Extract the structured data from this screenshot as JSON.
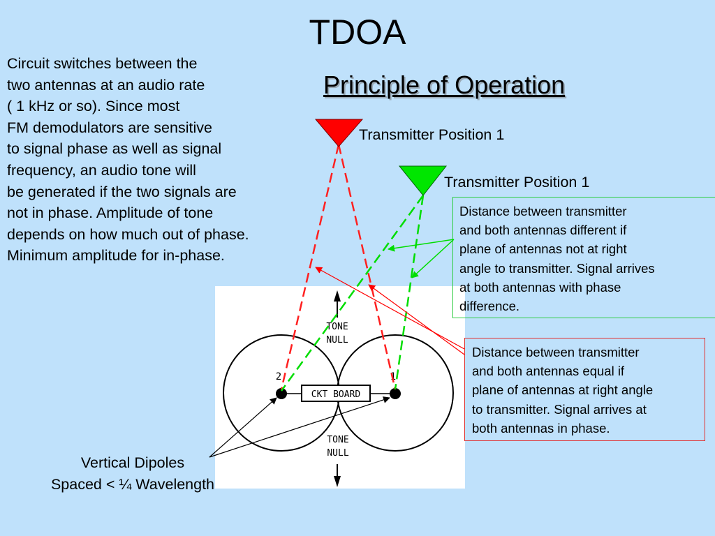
{
  "slide": {
    "title": "TDOA",
    "subtitle": "Principle of Operation",
    "left_text": "Circuit switches between the\ntwo antennas at an audio rate\n( 1 kHz or so).  Since most\nFM demodulators are sensitive\nto signal phase as well as signal\nfrequency, an audio tone will\nbe generated if the two signals are\nnot in phase.  Amplitude of tone\ndepends on how much out of phase.\nMinimum amplitude for in-phase.",
    "transmitter_red_label": "Transmitter Position 1",
    "transmitter_green_label": "Transmitter Position 1",
    "green_box_text": "Distance between transmitter\nand both antennas different if\nplane of antennas not at right\nangle to transmitter.  Signal arrives\nat both antennas with phase\ndifference.",
    "red_box_text": "Distance between transmitter\nand both antennas equal if\nplane of antennas at right angle\nto transmitter.  Signal arrives at\nboth antennas in phase.",
    "dipoles_label": "Vertical Dipoles\nSpaced  < ¼ Wavelength"
  },
  "diagram": {
    "tone_null_top_1": "TONE",
    "tone_null_top_2": "NULL",
    "tone_null_bottom_1": "TONE",
    "tone_null_bottom_2": "NULL",
    "ckt_board": "CKT BOARD",
    "antenna_2": "2",
    "antenna_1": "1"
  },
  "colors": {
    "background": "#bfe1fb",
    "red_transmitter": "#ff0000",
    "green_transmitter": "#00dd00",
    "red_box_border": "#e03030",
    "green_box_border": "#2ecc40"
  }
}
